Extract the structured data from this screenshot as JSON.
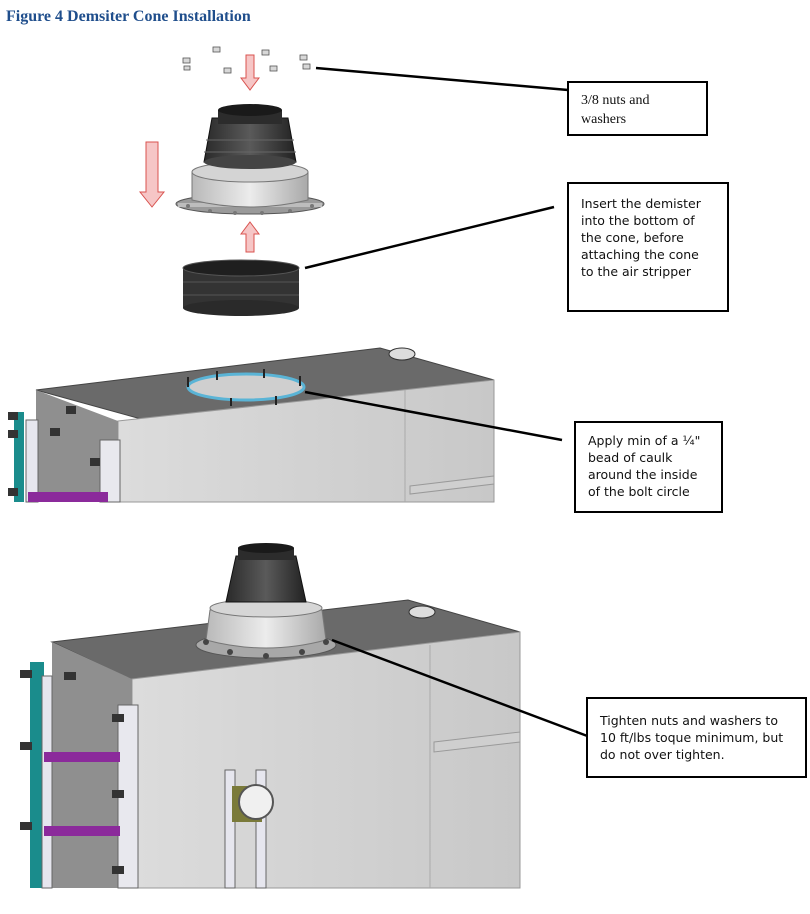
{
  "figure": {
    "title": "Figure 4  Demsiter Cone Installation"
  },
  "callouts": {
    "nuts": "3/8 nuts and washers",
    "demister": "Insert the demister into the bottom of the cone, before attaching the cone to the air stripper",
    "caulk": "Apply min of a ¼\" bead of caulk around the inside of the bolt circle",
    "tighten": "Tighten nuts and washers to 10 ft/lbs toque minimum, but do not over tighten."
  },
  "colors": {
    "title": "#1f4e8c",
    "arrow_fill": "#f6c6c6",
    "arrow_stroke": "#d9534f",
    "caulk_ring": "#5ab4d6",
    "frame_teal": "#1a8c8c",
    "rung_purple": "#8b2a9b"
  }
}
